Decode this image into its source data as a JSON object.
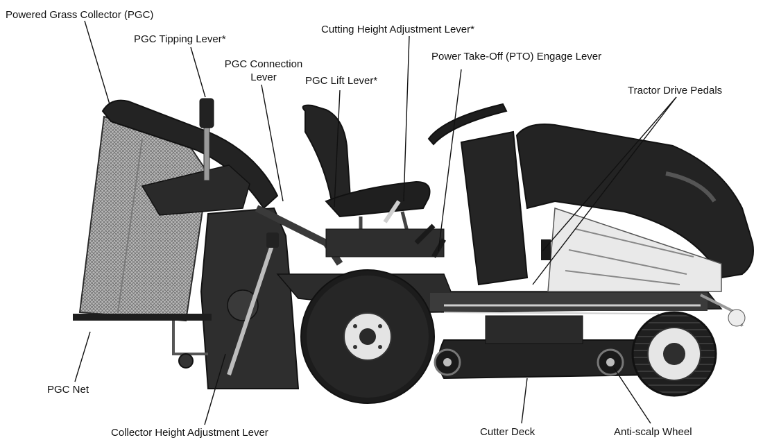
{
  "labels": {
    "powered_grass_collector": "Powered Grass Collector (PGC)",
    "pgc_tipping_lever": "PGC Tipping Lever*",
    "pgc_connection_lever_line1": "PGC Connection",
    "pgc_connection_lever_line2": "Lever",
    "pgc_lift_lever": "PGC Lift Lever*",
    "cutting_height_adjustment_lever": "Cutting Height Adjustment Lever*",
    "pto_engage_lever": "Power Take-Off (PTO) Engage Lever",
    "tractor_drive_pedals": "Tractor Drive Pedals",
    "pgc_net": "PGC Net",
    "collector_height_adjustment_lever": "Collector Height Adjustment Lever",
    "cutter_deck": "Cutter Deck",
    "anti_scalp_wheel": "Anti-scalp Wheel"
  },
  "colors": {
    "body": "#2b2b2b",
    "dark": "#151515",
    "mid": "#4a4a4a",
    "light": "#d8d8d8",
    "mesh": "#9a9a9a",
    "line": "#111111"
  }
}
